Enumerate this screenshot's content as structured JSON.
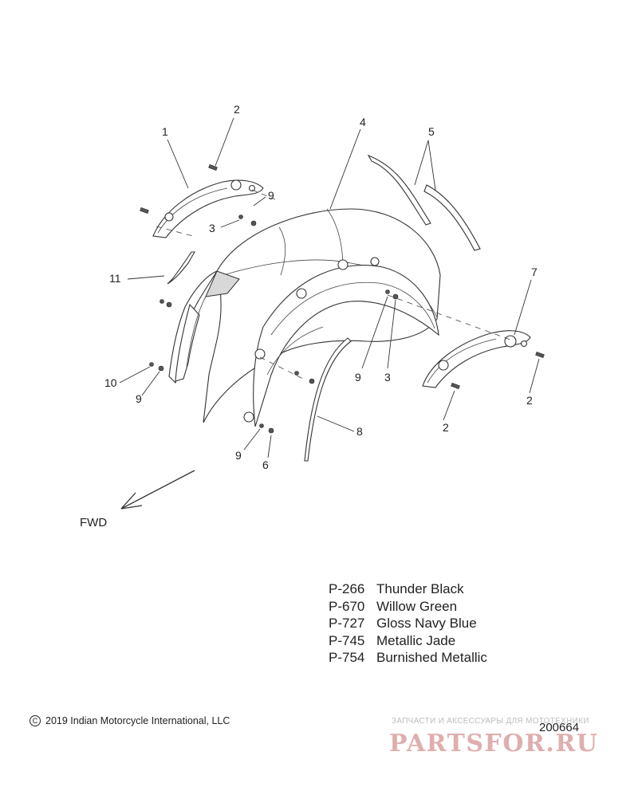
{
  "callouts": {
    "c1": "1",
    "c2a": "2",
    "c2b": "2",
    "c2c": "2",
    "c3a": "3",
    "c3b": "3",
    "c4": "4",
    "c5": "5",
    "c6": "6",
    "c7": "7",
    "c8": "8",
    "c9a": "9",
    "c9b": "9",
    "c9c": "9",
    "c9d": "9",
    "c10": "10",
    "c11": "11"
  },
  "direction_label": "FWD",
  "paint_codes": [
    {
      "code": "P-266",
      "name": "Thunder Black"
    },
    {
      "code": "P-670",
      "name": "Willow Green"
    },
    {
      "code": "P-727",
      "name": "Gloss Navy Blue"
    },
    {
      "code": "P-745",
      "name": "Metallic Jade"
    },
    {
      "code": "P-754",
      "name": "Burnished Metallic"
    }
  ],
  "copyright": {
    "symbol": "C",
    "text": "2019 Indian Motorcycle International, LLC"
  },
  "diagram_number": "200664",
  "watermark": {
    "tagline": "ЗАПЧАСТИ И АКСЕССУАРЫ ДЛЯ МОТОТЕХНИКИ",
    "logo": "PARTSFOR.RU",
    "logo_color": "#d9a0a0"
  }
}
